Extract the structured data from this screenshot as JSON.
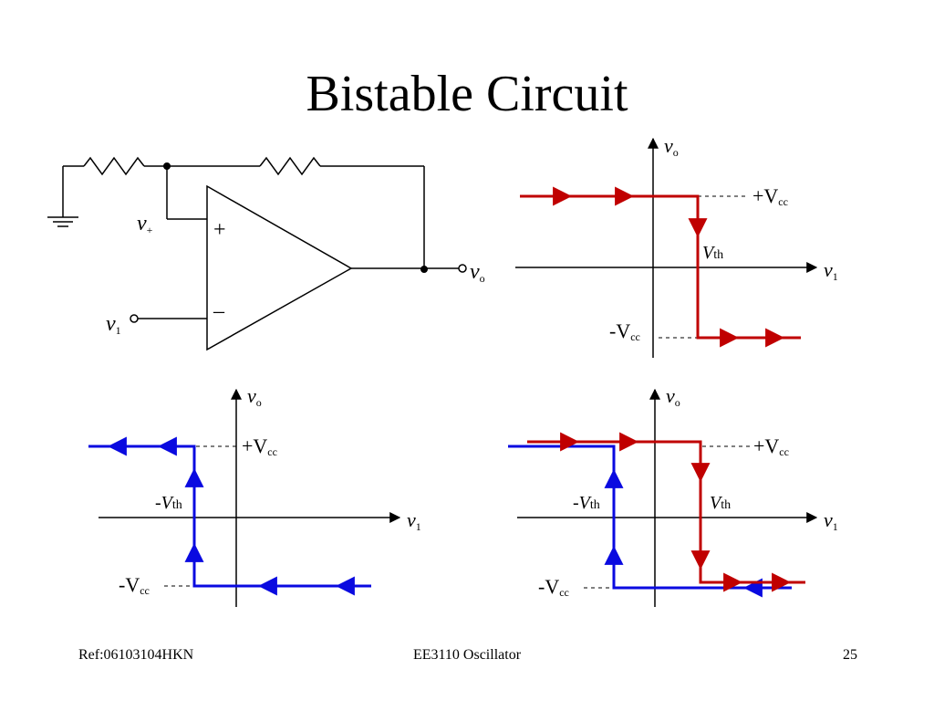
{
  "slide": {
    "title": "Bistable Circuit",
    "footer_left": "Ref:06103104HKN",
    "footer_center": "EE3110 Oscillator",
    "footer_right": "25"
  },
  "circuit": {
    "plus_sign": "+",
    "minus_sign": "–",
    "v_plus": {
      "main": "v",
      "sub": "+"
    },
    "v1": {
      "main": "v",
      "sub": "1"
    },
    "vo": {
      "main": "v",
      "sub": "o"
    }
  },
  "graphs": {
    "vo_axis": {
      "main": "v",
      "sub": "o"
    },
    "v1_axis": {
      "main": "v",
      "sub": "1"
    },
    "plus_vcc": {
      "main": "+V",
      "sub": "cc"
    },
    "minus_vcc": {
      "main": "-V",
      "sub": "cc"
    },
    "vth": {
      "main": "V",
      "sub": "th"
    },
    "neg_vth": {
      "pre": "-",
      "main": "V",
      "sub": "th"
    }
  },
  "colors": {
    "increasing_path": "#c00000",
    "decreasing_path": "#0a0ae0",
    "wire": "#000000",
    "dashed_level": "#000000"
  },
  "icons": [
    "resistor-icon",
    "ground-icon",
    "op-amp-icon",
    "terminal-circle-icon",
    "arrowhead-icon"
  ]
}
